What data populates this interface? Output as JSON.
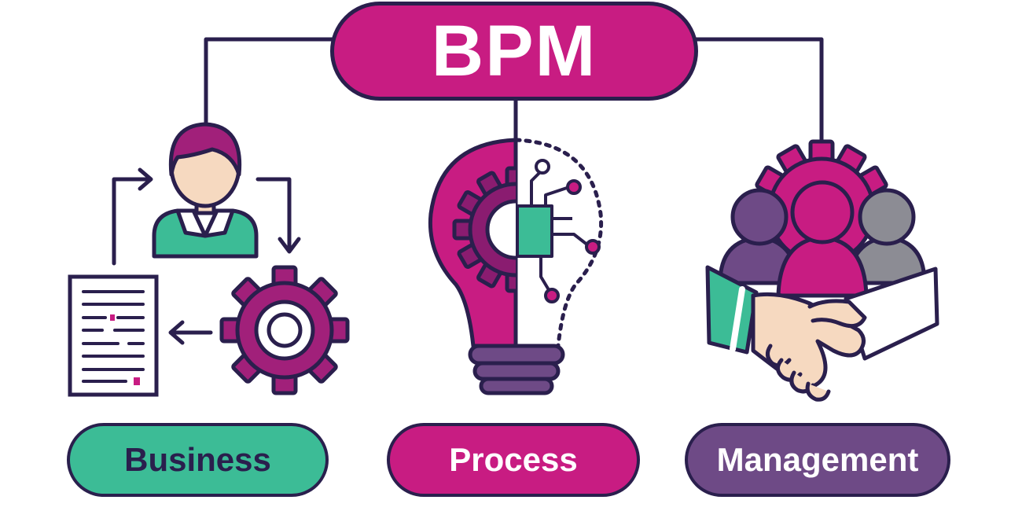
{
  "title": {
    "text": "BPM",
    "fill": "#c81c82",
    "text_color": "#ffffff"
  },
  "labels": [
    {
      "text": "Business",
      "fill": "#3cbc96",
      "text_color": "#2a1f4d"
    },
    {
      "text": "Process",
      "fill": "#c81c82",
      "text_color": "#ffffff"
    },
    {
      "text": "Management",
      "fill": "#6e4a86",
      "text_color": "#ffffff"
    }
  ],
  "colors": {
    "outline": "#2a1f4d",
    "magenta": "#c81c82",
    "purple": "#6e4a86",
    "teal": "#3cbc96",
    "gray": "#8c8c94",
    "skin": "#f6d9c0"
  },
  "icons": {
    "business": [
      "person-icon",
      "gear-icon",
      "document-icon",
      "cycle-arrows-icon"
    ],
    "process": [
      "lightbulb-icon",
      "gear-icon",
      "circuit-chip-icon"
    ],
    "management": [
      "team-icon",
      "gear-icon",
      "handshake-icon"
    ]
  }
}
